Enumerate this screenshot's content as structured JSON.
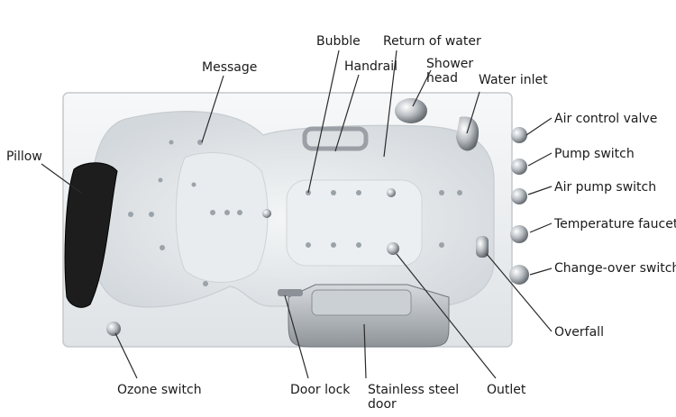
{
  "labels": {
    "bubble": "Bubble",
    "return_of_water": "Return of water",
    "message": "Message",
    "handrail": "Handrail",
    "shower_head_1": "Shower",
    "shower_head_2": "head",
    "water_inlet": "Water inlet",
    "pillow": "Pillow",
    "air_control_valve": "Air control valve",
    "pump_switch": "Pump switch",
    "air_pump_switch": "Air pump switch",
    "temperature_faucet": "Temperature faucet",
    "change_over_switch": "Change-over switch",
    "overfall": "Overfall",
    "ozone_switch": "Ozone switch",
    "door_lock": "Door lock",
    "stainless_steel_door_1": "Stainless steel",
    "stainless_steel_door_2": "door",
    "outlet": "Outlet"
  },
  "colors": {
    "tub_body": "#f1f3f4",
    "tub_inner": "#e4e8ea",
    "leader_line": "#2a2a2a",
    "pillow": "#1c1c1c",
    "chrome": "#b8bcc0"
  }
}
